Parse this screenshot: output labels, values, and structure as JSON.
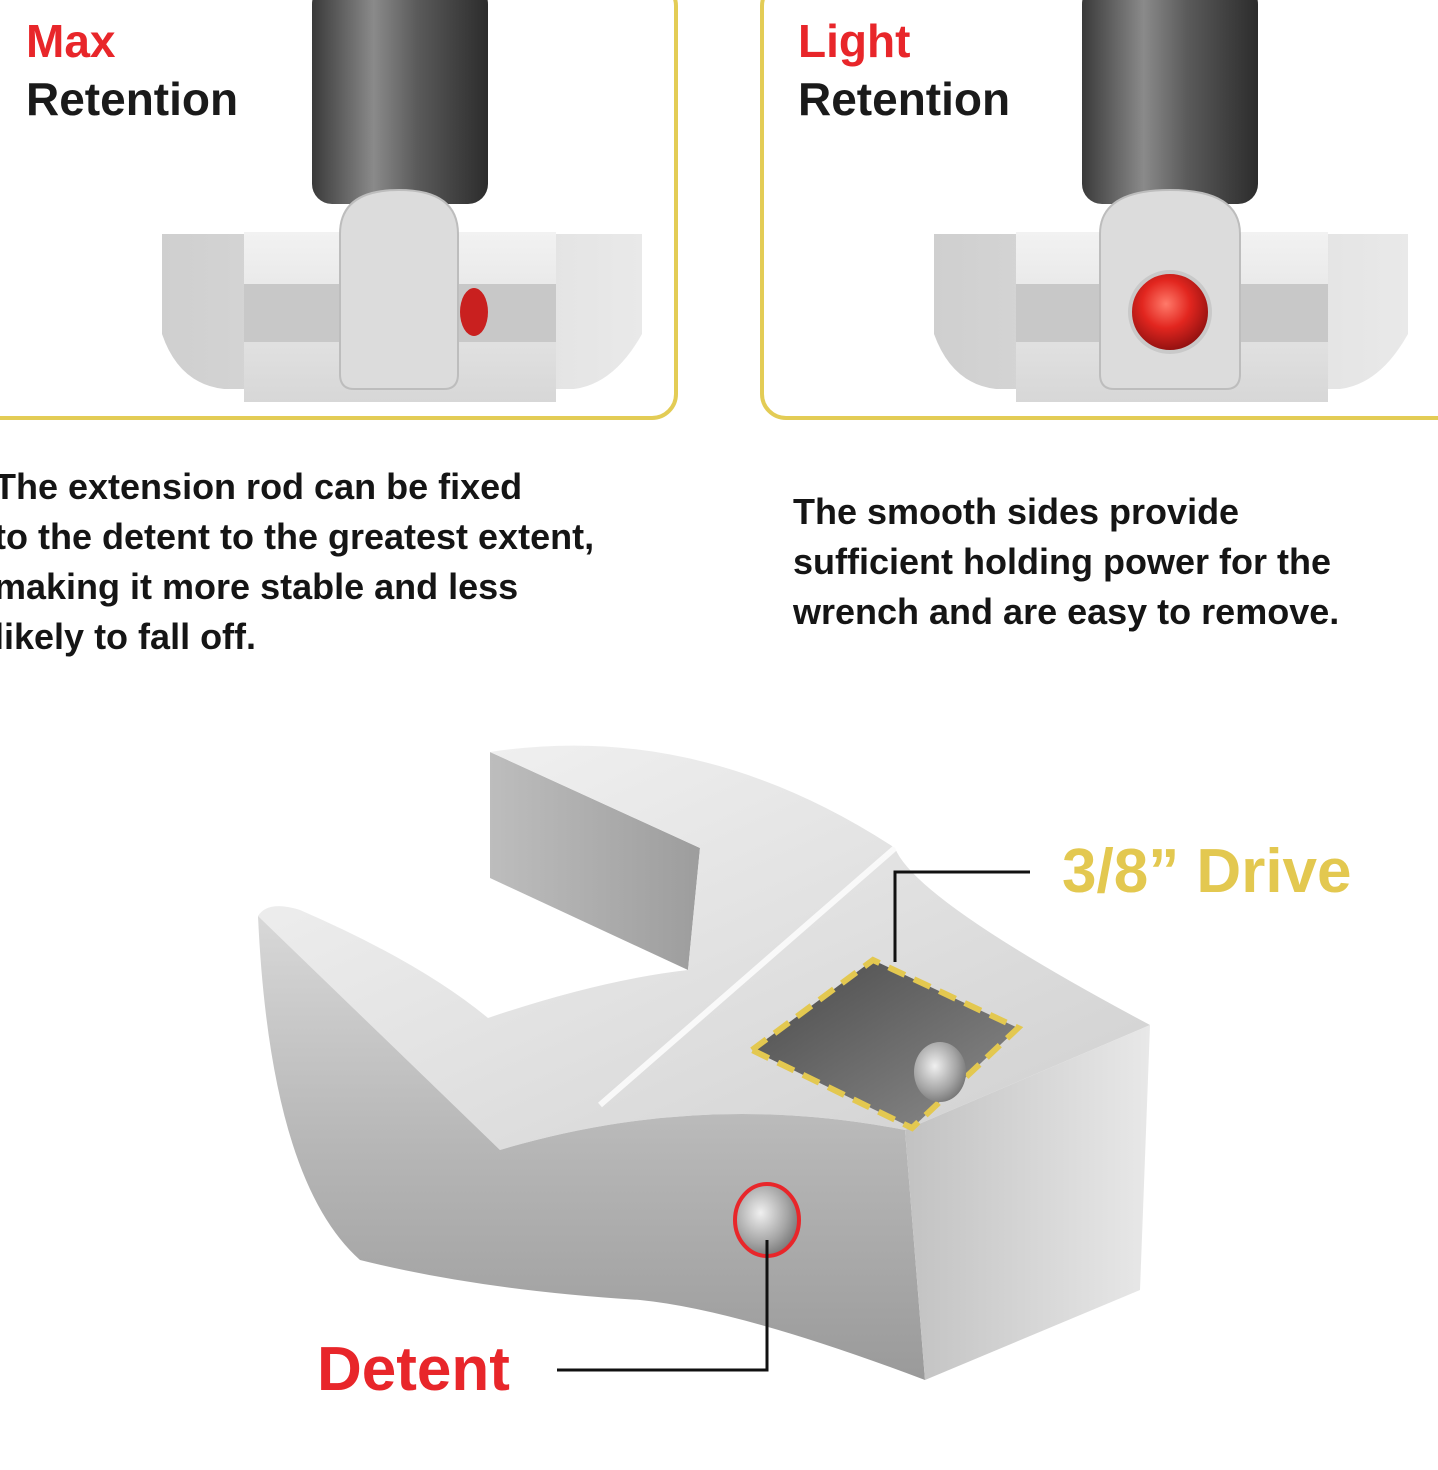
{
  "panels": {
    "left": {
      "accent": "Max",
      "title": "Retention",
      "description": [
        "The extension rod can be fixed",
        "to the detent to the greatest extent,",
        "making it more stable and less",
        "likely to fall off."
      ]
    },
    "right": {
      "accent": "Light",
      "title": "Retention",
      "description": [
        "The smooth sides provide",
        "sufficient holding power for the",
        "wrench and are easy to remove."
      ]
    }
  },
  "callouts": {
    "drive": "3/8” Drive",
    "detent": "Detent"
  },
  "colors": {
    "accent_red": "#e8262a",
    "accent_yellow": "#e3c850",
    "frame_yellow": "#e3cc55",
    "text_dark": "#151515"
  }
}
